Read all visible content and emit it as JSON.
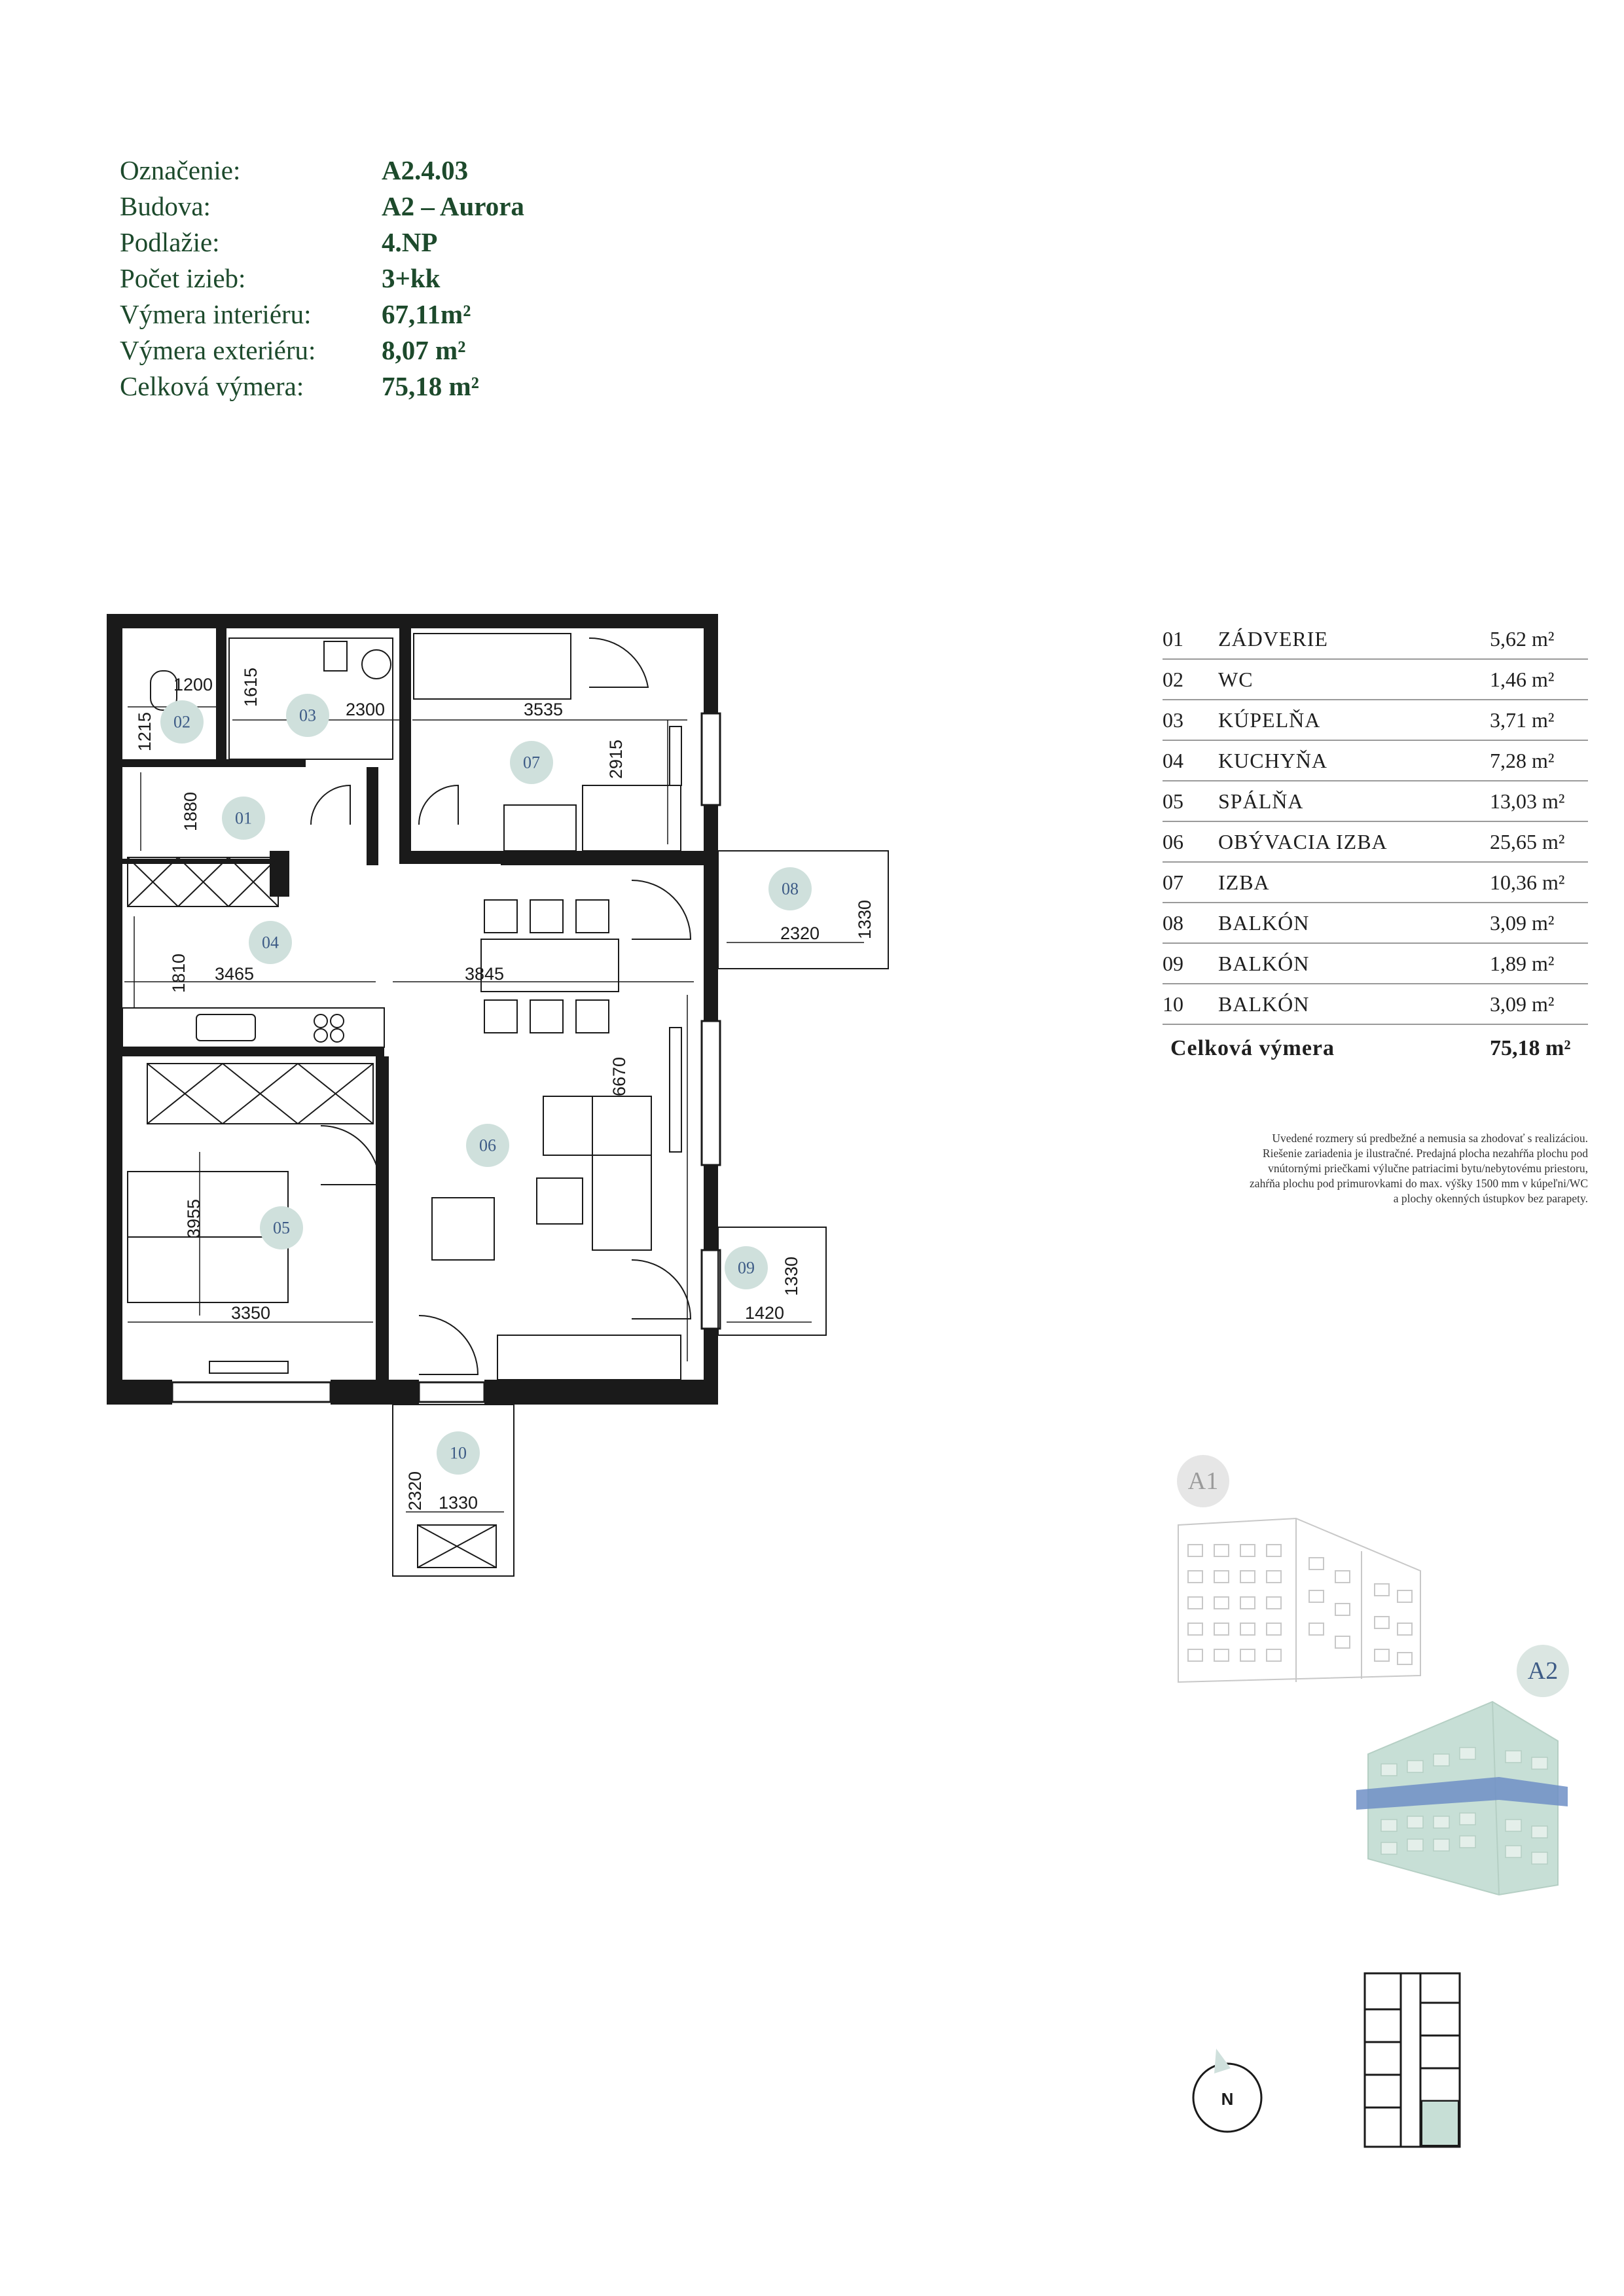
{
  "info": [
    {
      "label": "Označenie:",
      "value": "A2.4.03"
    },
    {
      "label": "Budova:",
      "value": "A2 – Aurora"
    },
    {
      "label": "Podlažie:",
      "value": "4.NP"
    },
    {
      "label": "Počet izieb:",
      "value": "3+kk"
    },
    {
      "label": "Výmera interiéru:",
      "value": "67,11m²"
    },
    {
      "label": "Výmera exteriéru:",
      "value": "8,07 m²"
    },
    {
      "label": "Celková výmera:",
      "value": "75,18 m²"
    }
  ],
  "rooms": [
    {
      "num": "01",
      "name": "ZÁDVERIE",
      "area": "5,62 m²"
    },
    {
      "num": "02",
      "name": "WC",
      "area": "1,46 m²"
    },
    {
      "num": "03",
      "name": "KÚPELŇA",
      "area": "3,71 m²"
    },
    {
      "num": "04",
      "name": "KUCHYŇA",
      "area": "7,28 m²"
    },
    {
      "num": "05",
      "name": "SPÁLŇA",
      "area": "13,03 m²"
    },
    {
      "num": "06",
      "name": "OBÝVACIA IZBA",
      "area": "25,65 m²"
    },
    {
      "num": "07",
      "name": "IZBA",
      "area": "10,36 m²"
    },
    {
      "num": "08",
      "name": "BALKÓN",
      "area": "3,09 m²"
    },
    {
      "num": "09",
      "name": "BALKÓN",
      "area": "1,89 m²"
    },
    {
      "num": "10",
      "name": "BALKÓN",
      "area": "3,09 m²"
    }
  ],
  "total": {
    "label": "Celková výmera",
    "value": "75,18 m²"
  },
  "note": [
    "Uvedené rozmery sú predbežné a nemusia sa zhodovať s realizáciou.",
    "Riešenie zariadenia je ilustračné. Predajná plocha nezahŕňa plochu pod",
    "vnútornými priečkami výlučne patriacimi bytu/nebytovému priestoru,",
    "zahŕňa plochu pod primurovkami do max. výšky 1500 mm v kúpeľni/WC",
    "a plochy okenných ústupkov bez parapety."
  ],
  "plan_labels": {
    "r01": "01",
    "r02": "02",
    "r03": "03",
    "r04": "04",
    "r05": "05",
    "r06": "06",
    "r07": "07",
    "r08": "08",
    "r09": "09",
    "r10": "10"
  },
  "dimensions": {
    "d1200": "1200",
    "d1215": "1215",
    "d1615": "1615",
    "d2300": "2300",
    "d3535": "3535",
    "d2915": "2915",
    "d1880": "1880",
    "d2320a": "2320",
    "d1330a": "1330",
    "d1810": "1810",
    "d3465": "3465",
    "d3845": "3845",
    "d6670": "6670",
    "d3955": "3955",
    "d3350": "3350",
    "d1330b": "1330",
    "d1420": "1420",
    "d2320b": "2320",
    "d1330c": "1330"
  },
  "buildings": {
    "a1": "A1",
    "a2": "A2"
  },
  "compass": "N",
  "colors": {
    "heading": "#1d4a2c",
    "room_circle": "#cfe0dc",
    "room_num": "#3d5b86",
    "a2_highlight": "#6f8fc6",
    "a2_body": "#c7dfd6"
  }
}
